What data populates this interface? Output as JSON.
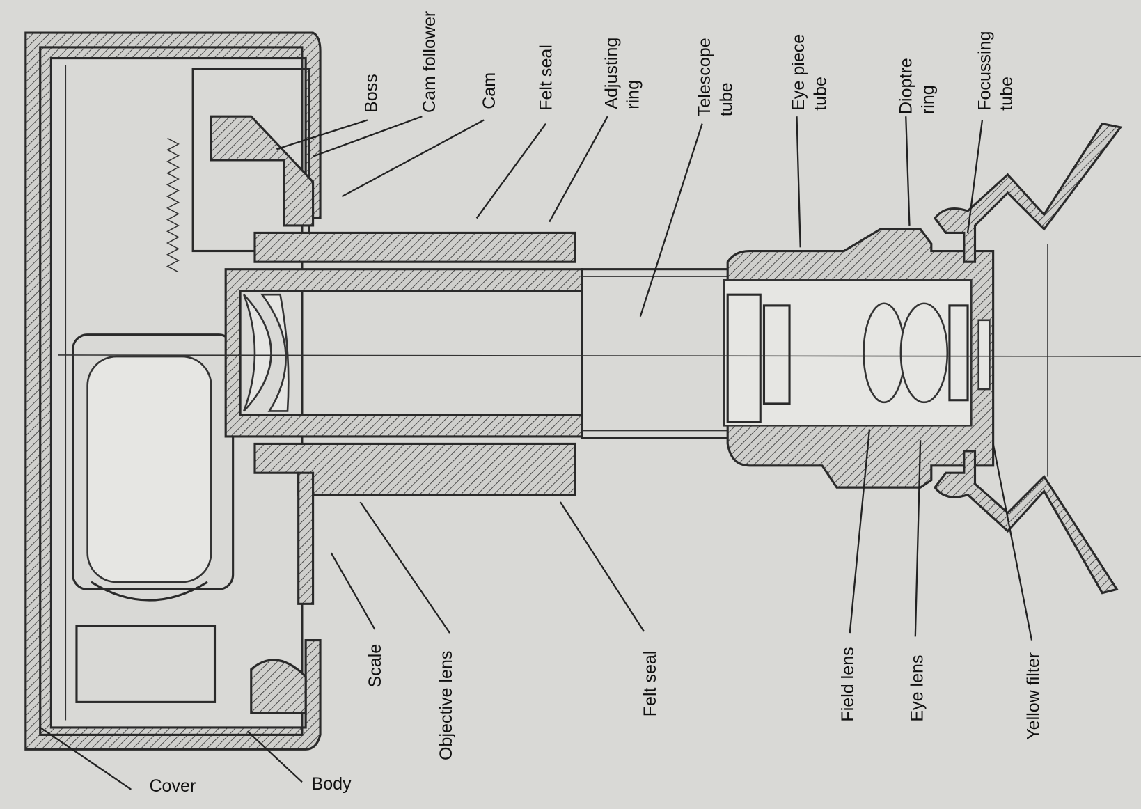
{
  "diagram": {
    "description_title": "",
    "labels_top": [
      {
        "id": "boss",
        "lines": [
          "Boss"
        ]
      },
      {
        "id": "cam-follower",
        "lines": [
          "Cam follower"
        ]
      },
      {
        "id": "cam",
        "lines": [
          "Cam"
        ]
      },
      {
        "id": "felt-seal-top",
        "lines": [
          "Felt seal"
        ]
      },
      {
        "id": "adjusting-ring",
        "lines": [
          "Adjusting",
          "ring"
        ]
      },
      {
        "id": "telescope-tube",
        "lines": [
          "Telescope",
          "tube"
        ]
      },
      {
        "id": "eye-piece-tube",
        "lines": [
          "Eye piece",
          "tube"
        ]
      },
      {
        "id": "dioptre-ring",
        "lines": [
          "Dioptre",
          "ring"
        ]
      },
      {
        "id": "focussing-tube",
        "lines": [
          "Focussing",
          "tube"
        ]
      }
    ],
    "labels_bottom": [
      {
        "id": "scale",
        "lines": [
          "Scale"
        ]
      },
      {
        "id": "objective-lens",
        "lines": [
          "Objective lens"
        ]
      },
      {
        "id": "felt-seal-bottom",
        "lines": [
          "Felt seal"
        ]
      },
      {
        "id": "field-lens",
        "lines": [
          "Field lens"
        ]
      },
      {
        "id": "eye-lens",
        "lines": [
          "Eye lens"
        ]
      },
      {
        "id": "yellow-filter",
        "lines": [
          "Yellow filter"
        ]
      }
    ],
    "labels_horizontal": [
      {
        "id": "cover",
        "lines": [
          "Cover"
        ]
      },
      {
        "id": "body",
        "lines": [
          "Body"
        ]
      }
    ]
  }
}
